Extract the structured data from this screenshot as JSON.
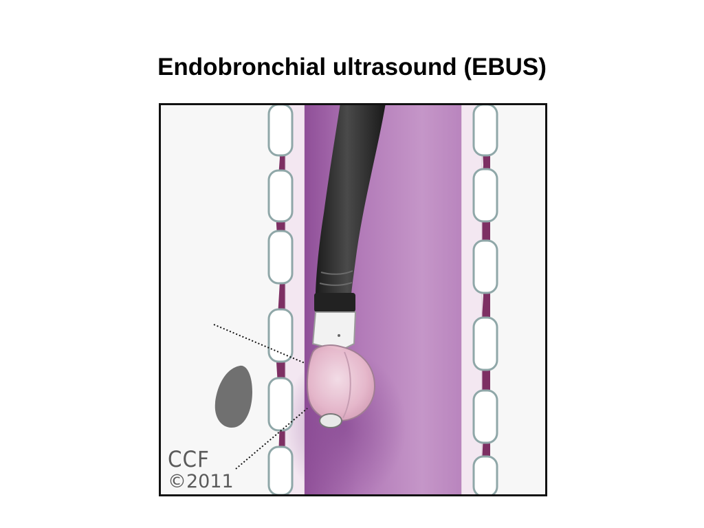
{
  "title": "Endobronchial ultrasound (EBUS)",
  "copyright": {
    "org": "CCF",
    "year": "©2011"
  },
  "colors": {
    "airway_lumen": "#b07ab6",
    "airway_wall": "#f3e7f1",
    "cartilage_fill": "#ffffff",
    "cartilage_outline": "#8fa7a8",
    "tissue_band": "#7d2f63",
    "scope_body": "#2b2b2b",
    "scope_tip": "#f2f2f2",
    "balloon": "#efcbd8",
    "lymph_node": "#707070",
    "frame": "#111111"
  },
  "icons": [
    "bronchoscope",
    "ultrasound-balloon",
    "lymph-node",
    "cartilage-ring"
  ]
}
